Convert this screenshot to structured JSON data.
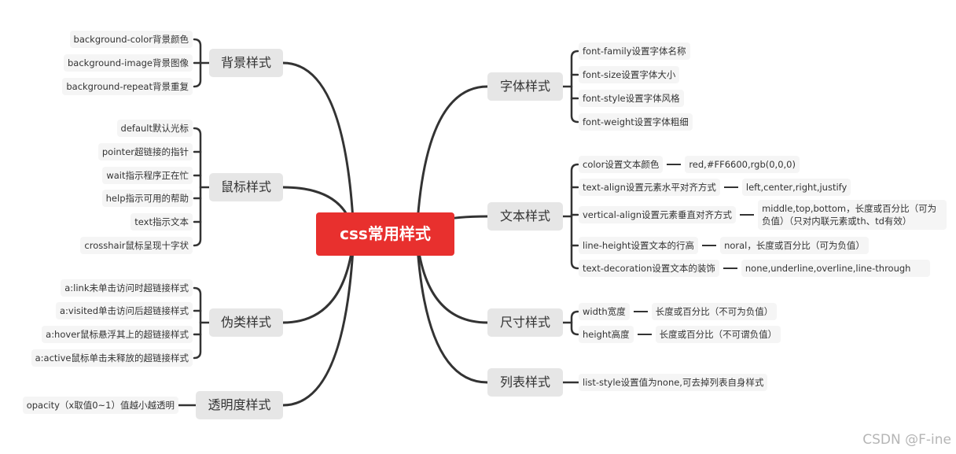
{
  "center": "css常用样式",
  "left": [
    {
      "label": "背景样式",
      "items": [
        {
          "text": "background-color背景颜色"
        },
        {
          "text": "background-image背景图像"
        },
        {
          "text": "background-repeat背景重复"
        }
      ]
    },
    {
      "label": "鼠标样式",
      "items": [
        {
          "text": "default默认光标"
        },
        {
          "text": "pointer超链接的指针"
        },
        {
          "text": "wait指示程序正在忙"
        },
        {
          "text": "help指示可用的帮助"
        },
        {
          "text": "text指示文本"
        },
        {
          "text": "crosshair鼠标呈现十字状"
        }
      ]
    },
    {
      "label": "伪类样式",
      "items": [
        {
          "text": "a:link未单击访问时超链接样式"
        },
        {
          "text": "a:visited单击访问后超链接样式"
        },
        {
          "text": "a:hover鼠标悬浮其上的超链接样式"
        },
        {
          "text": "a:active鼠标单击未释放的超链接样式"
        }
      ]
    },
    {
      "label": "透明度样式",
      "items": [
        {
          "text": "opacity（x取值0~1）值越小越透明"
        }
      ]
    }
  ],
  "right": [
    {
      "label": "字体样式",
      "items": [
        {
          "text": "font-family设置字体名称"
        },
        {
          "text": "font-size设置字体大小"
        },
        {
          "text": "font-style设置字体风格"
        },
        {
          "text": "font-weight设置字体粗细"
        }
      ]
    },
    {
      "label": "文本样式",
      "items": [
        {
          "text": "color设置文本颜色",
          "value": "red,#FF6600,rgb(0,0,0)"
        },
        {
          "text": "text-align设置元素水平对齐方式",
          "value": "left,center,right,justify"
        },
        {
          "text": "vertical-align设置元素垂直对齐方式",
          "value": "middle,top,bottom，长度或百分比（可为负值）（只对内联元素或th、td有效）"
        },
        {
          "text": "line-height设置文本的行高",
          "value": "noral，长度或百分比（可为负值）"
        },
        {
          "text": "text-decoration设置文本的装饰",
          "value": "none,underline,overline,line-through"
        }
      ]
    },
    {
      "label": "尺寸样式",
      "items": [
        {
          "text": "width宽度",
          "value": "长度或百分比（不可为负值）"
        },
        {
          "text": "height高度",
          "value": "长度或百分比（不可谓负值）"
        }
      ]
    },
    {
      "label": "列表样式",
      "items": [
        {
          "text": "list-style设置值为none,可去掉列表自身样式"
        }
      ]
    }
  ],
  "watermark": "CSDN @F-ine",
  "colors": {
    "center": "#e8302e",
    "line": "#333333",
    "node": "#e6e6e6",
    "leaf": "#f5f5f5"
  }
}
